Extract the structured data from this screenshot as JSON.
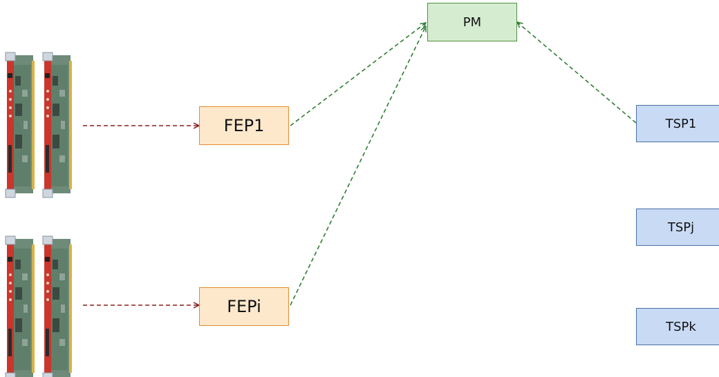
{
  "nodes": {
    "pm": "PM",
    "fep1": "FEP1",
    "fepi": "FEPi",
    "tsp1": "TSP1",
    "tspj": "TSPj",
    "tspk": "TSPk"
  },
  "colors": {
    "board_red": "#c9372c",
    "board_green": "#5f7f6a",
    "arrow_red": "#8b1a1a",
    "arrow_green": "#2e7d32",
    "fep_fill": "#fde8cc",
    "fep_border": "#e58a2c",
    "pm_fill": "#d5ecd0",
    "pm_border": "#4e8f3e",
    "tsp_fill": "#c9daf5",
    "tsp_border": "#4a6fa5"
  },
  "icons": [
    "electronics-board-icon"
  ]
}
